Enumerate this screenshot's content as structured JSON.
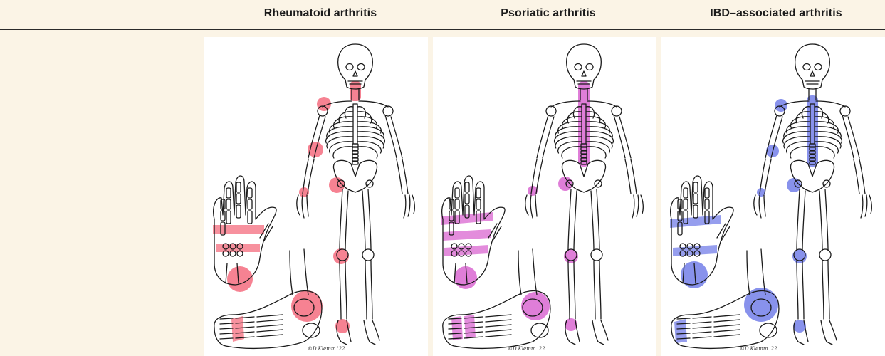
{
  "columns": [
    {
      "heading": "Rheumatoid arthritis",
      "color": "#f0364f"
    },
    {
      "heading": "Psoriatic arthritis",
      "color": "#cc2ec0"
    },
    {
      "heading": "IBD–associated arthritis",
      "color": "#3f4fe0"
    }
  ],
  "credit": "©D.Klemm '22",
  "colors": {
    "background": "#fbf4e6",
    "panel": "#ffffff",
    "line_art": "#1a1a1a"
  },
  "icons": [
    "skeleton-figure",
    "hand-skeleton",
    "foot-skeleton",
    "joint-highlight"
  ]
}
